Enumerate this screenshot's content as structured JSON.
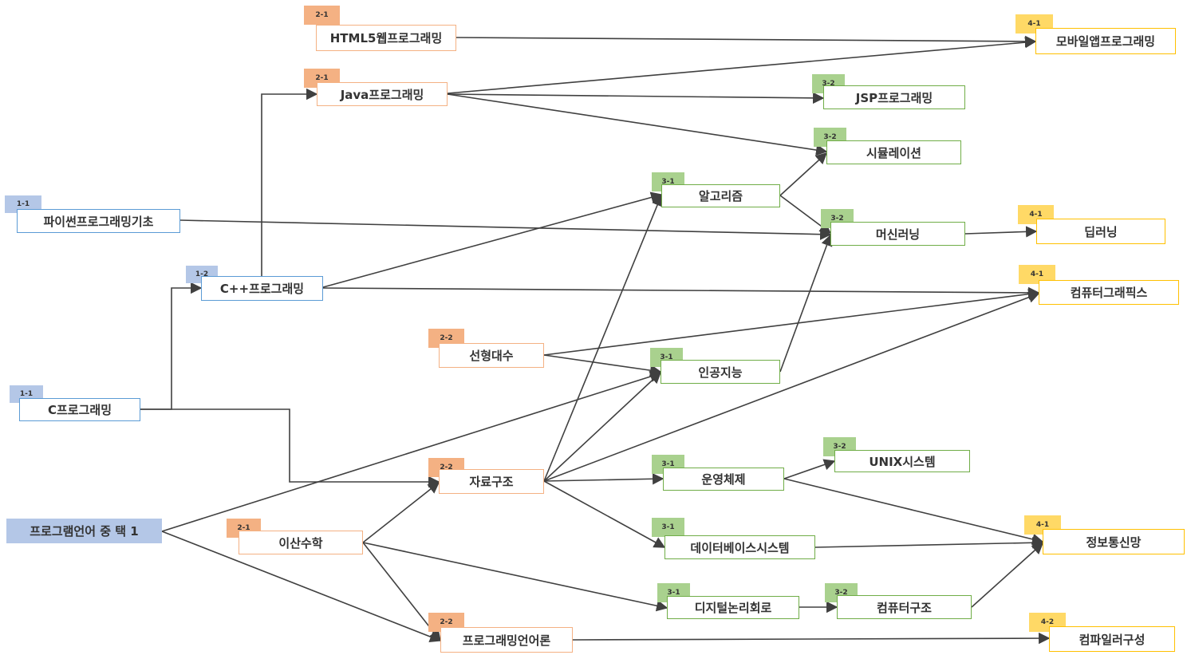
{
  "root": {
    "label": "프로그램언어 중 택 1"
  },
  "courses": {
    "python": {
      "code": "1-1",
      "label": "파이썬프로그래밍기초"
    },
    "c": {
      "code": "1-1",
      "label": "C프로그래밍"
    },
    "cpp": {
      "code": "1-2",
      "label": "C++프로그래밍"
    },
    "html5": {
      "code": "2-1",
      "label": "HTML5웹프로그래밍"
    },
    "java": {
      "code": "2-1",
      "label": "Java프로그래밍"
    },
    "linalg": {
      "code": "2-2",
      "label": "선형대수"
    },
    "ds": {
      "code": "2-2",
      "label": "자료구조"
    },
    "discrete": {
      "code": "2-1",
      "label": "이산수학"
    },
    "pltheory": {
      "code": "2-2",
      "label": "프로그래밍언어론"
    },
    "algo": {
      "code": "3-1",
      "label": "알고리즘"
    },
    "ai": {
      "code": "3-1",
      "label": "인공지능"
    },
    "os": {
      "code": "3-1",
      "label": "운영체제"
    },
    "db": {
      "code": "3-1",
      "label": "데이터베이스시스템"
    },
    "digital": {
      "code": "3-1",
      "label": "디지털논리회로"
    },
    "jsp": {
      "code": "3-2",
      "label": "JSP프로그래밍"
    },
    "sim": {
      "code": "3-2",
      "label": "시뮬레이션"
    },
    "ml": {
      "code": "3-2",
      "label": "머신러닝"
    },
    "unix": {
      "code": "3-2",
      "label": "UNIX시스템"
    },
    "arch": {
      "code": "3-2",
      "label": "컴퓨터구조"
    },
    "mobile": {
      "code": "4-1",
      "label": "모바일앱프로그래밍"
    },
    "dl": {
      "code": "4-1",
      "label": "딥러닝"
    },
    "graphics": {
      "code": "4-1",
      "label": "컴퓨터그래픽스"
    },
    "network": {
      "code": "4-1",
      "label": "정보통신망"
    },
    "compiler": {
      "code": "4-2",
      "label": "컴파일러구성"
    }
  }
}
